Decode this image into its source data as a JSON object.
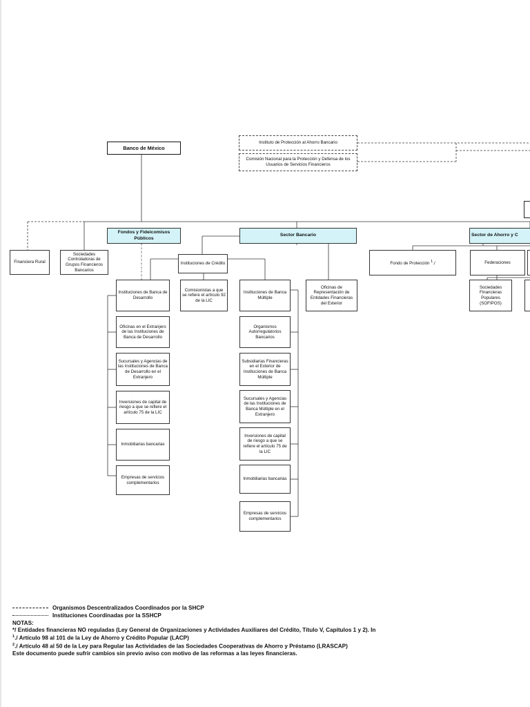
{
  "nodes": {
    "banxico": "Banco de México",
    "ipab": "Instituto de Protección al Ahorro Bancario",
    "condusef": "Comisión Nacional para la Protección y Defensa de los Usuarios de Servicios Financieros",
    "fondos": "Fondos y Fideicomisos Públicos",
    "sector_bancario": "Sector Bancario",
    "sector_ahorro": "Sector de Ahorro y C",
    "financiera_rural": "Financiera Rural",
    "sociedades_controladoras": "Sociedades Controladoras de Grupos Financieros Bancarios",
    "instituciones_credito": "Instituciones de Crédito",
    "oficinas_representacion": "Oficinas de Representación de Entidades Financieras del Exterior",
    "fondo_proteccion": "Fondo de Protección",
    "fondo_proteccion_sup": "1",
    "fondo_proteccion_sup_suffix": "./",
    "federaciones": "Federaciones",
    "sofipos": "Sociedades Financieras Populares (SOFIPOS)",
    "banca_desarrollo": "Instituciones de Banca de Desarrollo",
    "comisionistas": "Comisionistas a que se refiere el artículo 92 de la LIC",
    "banca_multiple": "Instituciones de Banca Múltiple",
    "bd_children": [
      "Oficinas en el Extranjero de las Instituciones de Banca de Desarrollo",
      "Sucursales y Agencias de las Instituciones de Banca de Desarrollo en el Extranjero",
      "Inversiones de capital de riesgo a que se refiere el artículo 75 de la LIC",
      "Inmobiliarias bancarias",
      "Empresas de servicios complementarios"
    ],
    "bm_children": [
      "Organismos Autorregulatorios Bancarios",
      "Subsidiarias Financieras en el Exterior de Instituciones de Banca Múltiple",
      "Sucursales y Agencias de las Instituciones de Banca Múltiple en el Extranjero",
      "Inversiones de capital de riesgo a que se refiere el artículo 75 de la LIC",
      "Inmobiliarias bancarias",
      "Empresas de servicios complementarios"
    ]
  },
  "notes": {
    "legend_dashed": "Organismos Descentralizados Coordinados por la SHCP",
    "legend_dashdot": "Instituciones Coordinadas por la SSHCP",
    "title": "NOTAS:",
    "note_star": "*/ Entidades financieras NO reguladas (Ley General de Organizaciones y Actividades Auxiliares del Crédito, Título V, Capítulos 1 y 2). In",
    "note1_mark": "1",
    "note1_text": "./ Artículo 98 al 101 de la Ley de Ahorro y Crédito Popular (LACP)",
    "note2_mark": "2",
    "note2_text": "./ Artículo 48 al 50 de la Ley para Regular las Actividades de las Sociedades Cooperativas de Ahorro y Préstamo (LRASCAP)",
    "disclaimer": "Este documento puede sufrir cambios sin previo aviso con motivo de las reformas a las leyes financieras."
  },
  "colors": {
    "sector_fill": "#d3f3f8",
    "line": "#333333"
  }
}
